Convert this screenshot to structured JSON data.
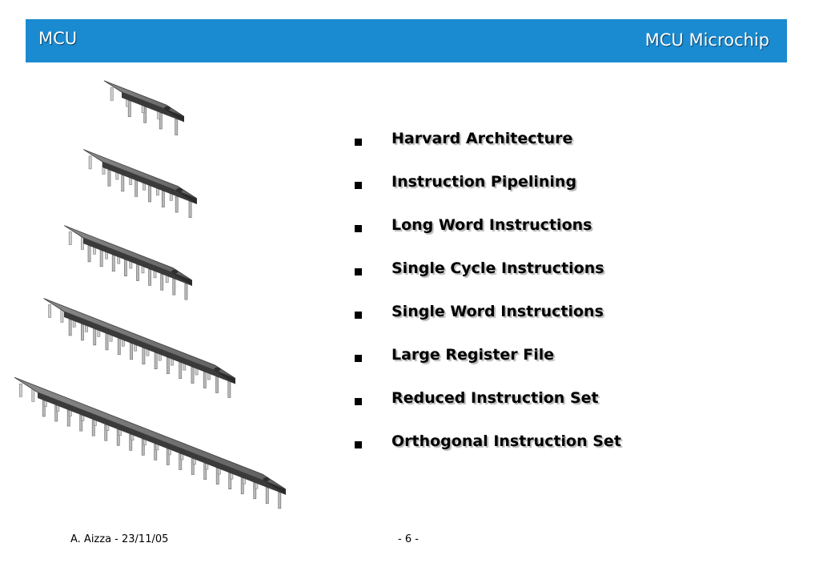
{
  "header": {
    "left_title": "MCU",
    "right_title": "MCU Microchip",
    "color": "#1a8bd0"
  },
  "illustration": {
    "icon": "dip-ic-chips-icon",
    "chip_pin_counts": [
      8,
      14,
      18,
      28,
      40
    ]
  },
  "bullets": [
    "Harvard Architecture",
    "Instruction Pipelining",
    "Long Word Instructions",
    "Single Cycle Instructions",
    "Single Word Instructions",
    "Large Register File",
    "Reduced Instruction Set",
    "Orthogonal Instruction Set"
  ],
  "footer": {
    "author_date": "A. Aizza - 23/11/05",
    "page_number": "- 6 -"
  }
}
